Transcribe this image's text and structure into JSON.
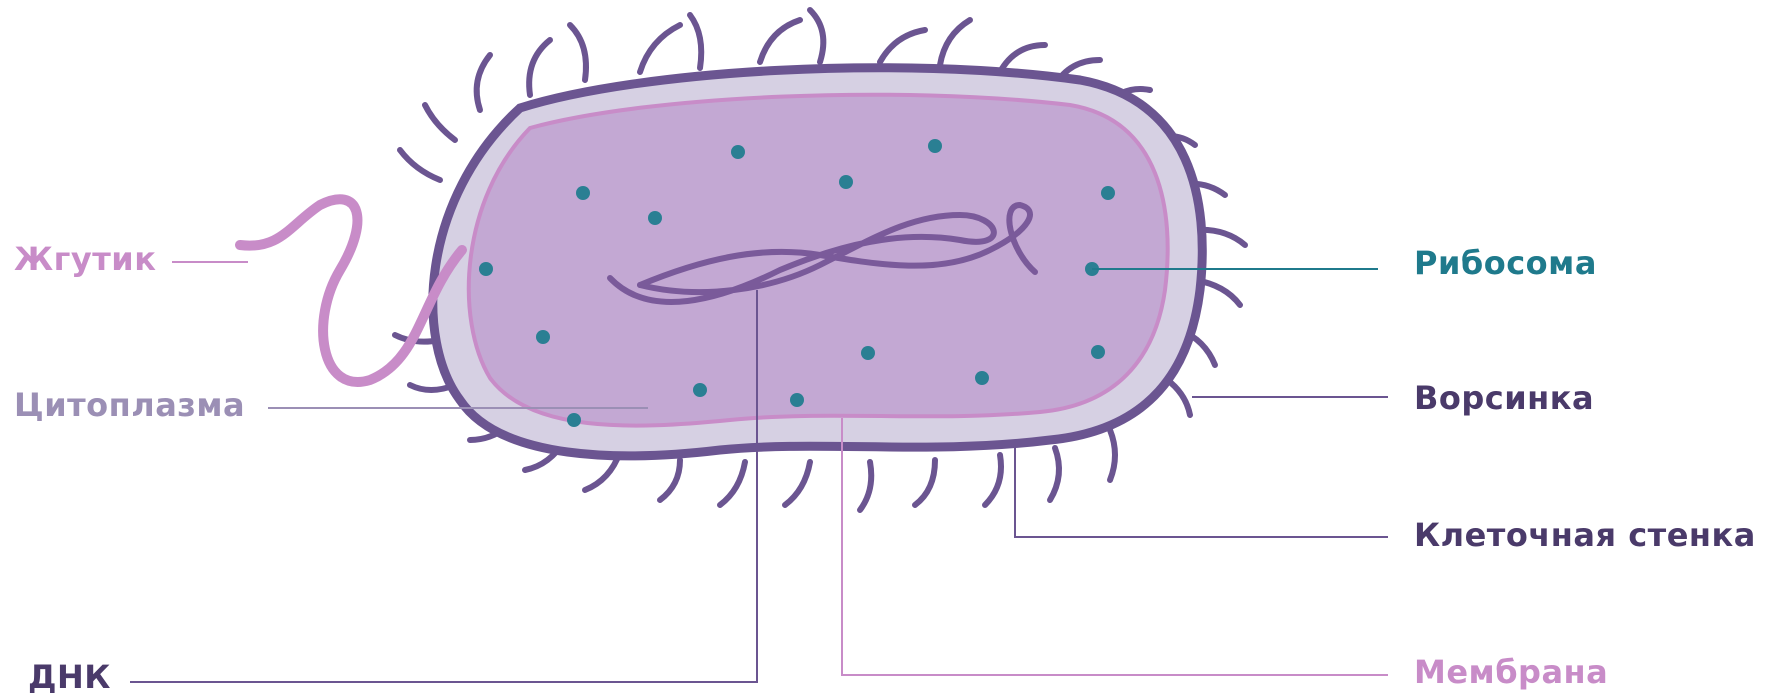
{
  "labels": {
    "flagellum": "Жгутик",
    "cytoplasm": "Цитоплазма",
    "dna": "ДНК",
    "ribosome": "Рибосома",
    "pilus": "Ворсинка",
    "cell_wall": "Клеточная стенка",
    "membrane": "Мембрана"
  },
  "colors": {
    "flagellum": "#c88cc8",
    "cytoplasm": "#9b8fb5",
    "dna": "#4a3a6a",
    "ribosome": "#1f7a8c",
    "pilus": "#4a3a6a",
    "cell_wall": "#4a3a6a",
    "membrane": "#c88cc8",
    "cell_outline": "#6b5591",
    "cell_wall_fill": "#d6d0e3",
    "cytoplasm_fill": "#c3a8d3",
    "ribosome_dot": "#2a7f93"
  }
}
